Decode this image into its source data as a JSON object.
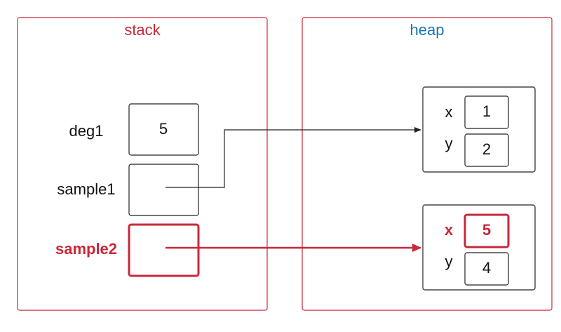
{
  "colors": {
    "accent_red": "#c8283a",
    "heap_blue": "#1d77b5",
    "stroke_dark": "#222222",
    "text_dark": "#111111"
  },
  "stack": {
    "title": "stack",
    "variables": [
      {
        "name": "deg1",
        "value": "5"
      },
      {
        "name": "sample1",
        "value": ""
      },
      {
        "name": "sample2",
        "value": ""
      }
    ]
  },
  "heap": {
    "title": "heap",
    "objects": [
      {
        "fields": [
          {
            "name": "x",
            "value": "1"
          },
          {
            "name": "y",
            "value": "2"
          }
        ]
      },
      {
        "fields": [
          {
            "name": "x",
            "value": "5"
          },
          {
            "name": "y",
            "value": "4"
          }
        ]
      }
    ]
  }
}
